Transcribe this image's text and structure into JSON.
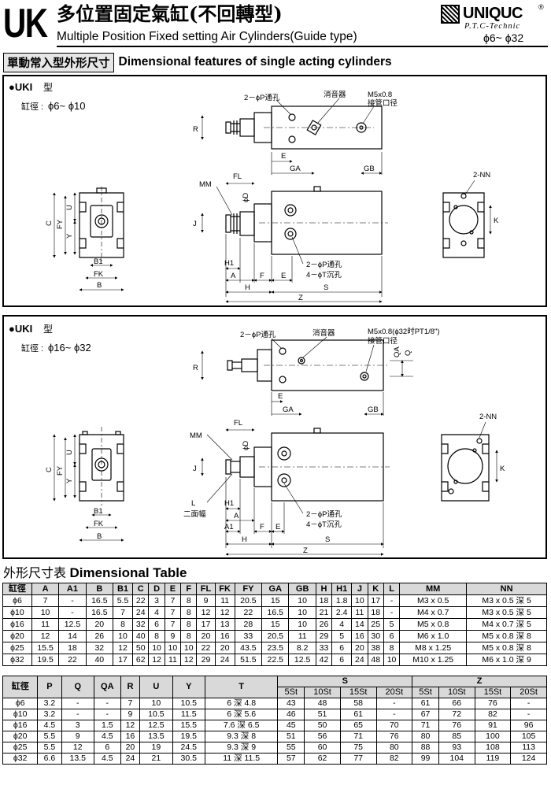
{
  "header": {
    "series": "UK",
    "title_cn": "多位置固定氣缸(不回轉型)",
    "title_en": "Multiple Position Fixed setting Air Cylinders(Guide type)",
    "brand": "UNIQUC",
    "brand_reg": "®",
    "brand_sub": "P.T.C-Technic",
    "range": "ϕ6~ ϕ32"
  },
  "section": {
    "title_cn": "單動常入型外形尺寸",
    "title_en": "Dimensional features of single acting cylinders"
  },
  "panel1": {
    "model": "●UKI",
    "model_suffix": "型",
    "bore_label": "缸徑 :",
    "bore_range": "ϕ6~ ϕ10",
    "labels": {
      "port": "2－ϕP通孔",
      "muffler": "消音器",
      "m5": "M5x0.8",
      "pipe": "接管口径",
      "r": "R",
      "e": "E",
      "ga": "GA",
      "gb": "GB",
      "fl": "FL",
      "mm": "MM",
      "d": "ϕD",
      "j": "J",
      "h1": "H1",
      "a": "A",
      "f": "F",
      "e2": "E",
      "h": "H",
      "s": "S",
      "z": "Z",
      "port2": "2－ϕP通孔",
      "tc": "4－ϕT沉孔",
      "nn": "2-NN",
      "k": "K",
      "c": "C",
      "fy": "FY",
      "u": "U",
      "y": "Y",
      "b1": "B1",
      "fk": "FK",
      "b": "B"
    }
  },
  "panel2": {
    "model": "●UKI",
    "model_suffix": "型",
    "bore_label": "缸徑 :",
    "bore_range": "ϕ16~ ϕ32",
    "labels": {
      "port": "2－ϕP通孔",
      "muffler": "消音器",
      "m5": "M5x0.8(ϕ32时PT1/8\")",
      "pipe": "接管口径",
      "r": "R",
      "e": "E",
      "ga": "GA",
      "gb": "GB",
      "qa": "QA",
      "q": "Q",
      "fl": "FL",
      "mm": "MM",
      "d": "ϕD",
      "j": "J",
      "l": "L",
      "flat": "二面幅",
      "h1": "H1",
      "a1": "A1",
      "a": "A",
      "f": "F",
      "e2": "E",
      "h": "H",
      "s": "S",
      "z": "Z",
      "port2": "2－ϕP通孔",
      "tc": "4－ϕT沉孔",
      "nn": "2-NN",
      "k": "K",
      "c": "C",
      "fy": "FY",
      "u": "U",
      "y": "Y",
      "b1": "B1",
      "fk": "FK",
      "b": "B"
    }
  },
  "table_label_cn": "外形尺寸表",
  "table_label_en": "Dimensional Table",
  "table1": {
    "headers": [
      "缸徑",
      "A",
      "A1",
      "B",
      "B1",
      "C",
      "D",
      "E",
      "F",
      "FL",
      "FK",
      "FY",
      "GA",
      "GB",
      "H",
      "H1",
      "J",
      "K",
      "L",
      "MM",
      "NN"
    ],
    "rows": [
      [
        "ϕ6",
        "7",
        "-",
        "16.5",
        "5.5",
        "22",
        "3",
        "7",
        "8",
        "9",
        "11",
        "20.5",
        "15",
        "10",
        "18",
        "1.8",
        "10",
        "17",
        "-",
        "M3 x 0.5",
        "M3 x 0.5 深 5"
      ],
      [
        "ϕ10",
        "10",
        "-",
        "16.5",
        "7",
        "24",
        "4",
        "7",
        "8",
        "12",
        "12",
        "22",
        "16.5",
        "10",
        "21",
        "2.4",
        "11",
        "18",
        "-",
        "M4 x 0.7",
        "M3 x 0.5 深 5"
      ],
      [
        "ϕ16",
        "11",
        "12.5",
        "20",
        "8",
        "32",
        "6",
        "7",
        "8",
        "17",
        "13",
        "28",
        "15",
        "10",
        "26",
        "4",
        "14",
        "25",
        "5",
        "M5 x 0.8",
        "M4 x 0.7 深 5"
      ],
      [
        "ϕ20",
        "12",
        "14",
        "26",
        "10",
        "40",
        "8",
        "9",
        "8",
        "20",
        "16",
        "33",
        "20.5",
        "11",
        "29",
        "5",
        "16",
        "30",
        "6",
        "M6 x 1.0",
        "M5 x 0.8 深 8"
      ],
      [
        "ϕ25",
        "15.5",
        "18",
        "32",
        "12",
        "50",
        "10",
        "10",
        "10",
        "22",
        "20",
        "43.5",
        "23.5",
        "8.2",
        "33",
        "6",
        "20",
        "38",
        "8",
        "M8 x 1.25",
        "M5 x 0.8 深 8"
      ],
      [
        "ϕ32",
        "19.5",
        "22",
        "40",
        "17",
        "62",
        "12",
        "11",
        "12",
        "29",
        "24",
        "51.5",
        "22.5",
        "12.5",
        "42",
        "6",
        "24",
        "48",
        "10",
        "M10 x 1.25",
        "M6 x 1.0 深 9"
      ]
    ]
  },
  "table2": {
    "headers": [
      "缸徑",
      "P",
      "Q",
      "QA",
      "R",
      "U",
      "Y",
      "T",
      "S",
      "Z"
    ],
    "sub": [
      "5St",
      "10St",
      "15St",
      "20St",
      "5St",
      "10St",
      "15St",
      "20St"
    ],
    "rows": [
      [
        "ϕ6",
        "3.2",
        "-",
        "-",
        "7",
        "10",
        "10.5",
        "6 深 4.8",
        "43",
        "48",
        "58",
        "-",
        "61",
        "66",
        "76",
        "-"
      ],
      [
        "ϕ10",
        "3.2",
        "-",
        "-",
        "9",
        "10.5",
        "11.5",
        "6 深 5.6",
        "46",
        "51",
        "61",
        "-",
        "67",
        "72",
        "82",
        "-"
      ],
      [
        "ϕ16",
        "4.5",
        "3",
        "1.5",
        "12",
        "12.5",
        "15.5",
        "7.6 深 6.5",
        "45",
        "50",
        "65",
        "70",
        "71",
        "76",
        "91",
        "96"
      ],
      [
        "ϕ20",
        "5.5",
        "9",
        "4.5",
        "16",
        "13.5",
        "19.5",
        "9.3 深 8",
        "51",
        "56",
        "71",
        "76",
        "80",
        "85",
        "100",
        "105"
      ],
      [
        "ϕ25",
        "5.5",
        "12",
        "6",
        "20",
        "19",
        "24.5",
        "9.3 深 9",
        "55",
        "60",
        "75",
        "80",
        "88",
        "93",
        "108",
        "113"
      ],
      [
        "ϕ32",
        "6.6",
        "13.5",
        "4.5",
        "24",
        "21",
        "30.5",
        "11 深 11.5",
        "57",
        "62",
        "77",
        "82",
        "99",
        "104",
        "119",
        "124"
      ]
    ]
  }
}
